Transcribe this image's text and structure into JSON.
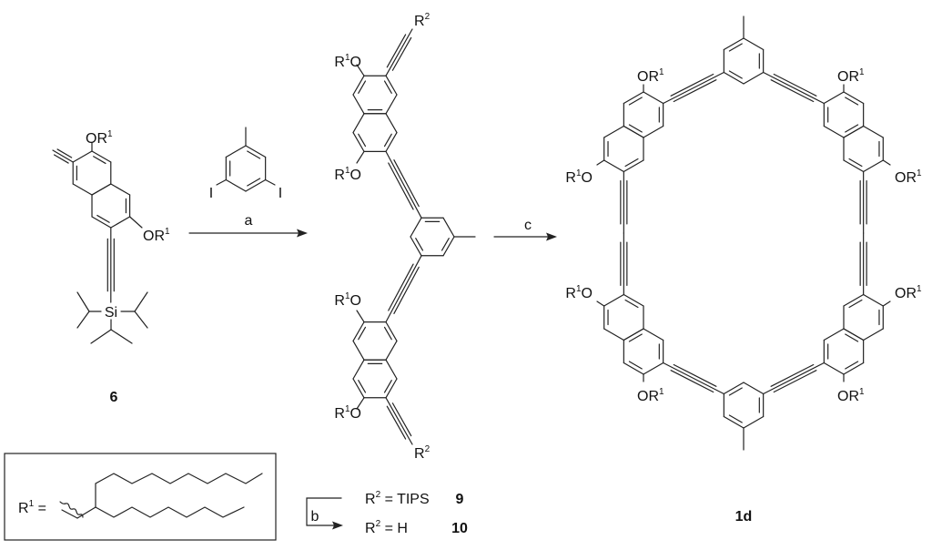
{
  "groups": {
    "or1": {
      "pre": "OR",
      "sup": "1",
      "post": ""
    },
    "r1o": {
      "pre": "R",
      "sup": "1",
      "post": "O"
    },
    "r2": {
      "pre": "R",
      "sup": "2",
      "post": ""
    },
    "si": {
      "pre": "Si",
      "sup": "",
      "post": ""
    },
    "iodo": {
      "pre": "I",
      "sup": "",
      "post": ""
    }
  },
  "reagents": {
    "a": "a",
    "b": "b",
    "c": "c"
  },
  "compounds": {
    "c6": "6",
    "c9": "9",
    "c10": "10",
    "c1d": "1d"
  },
  "legend": {
    "r1_def": {
      "pre": "R",
      "sup": "1",
      "post": " ="
    },
    "r2_tips": {
      "pre": "R",
      "sup": "2",
      "post": " = TIPS"
    },
    "r2_h": {
      "pre": "R",
      "sup": "2",
      "post": " = H"
    }
  },
  "colors": {
    "ink": "#222222",
    "background": "#ffffff"
  }
}
